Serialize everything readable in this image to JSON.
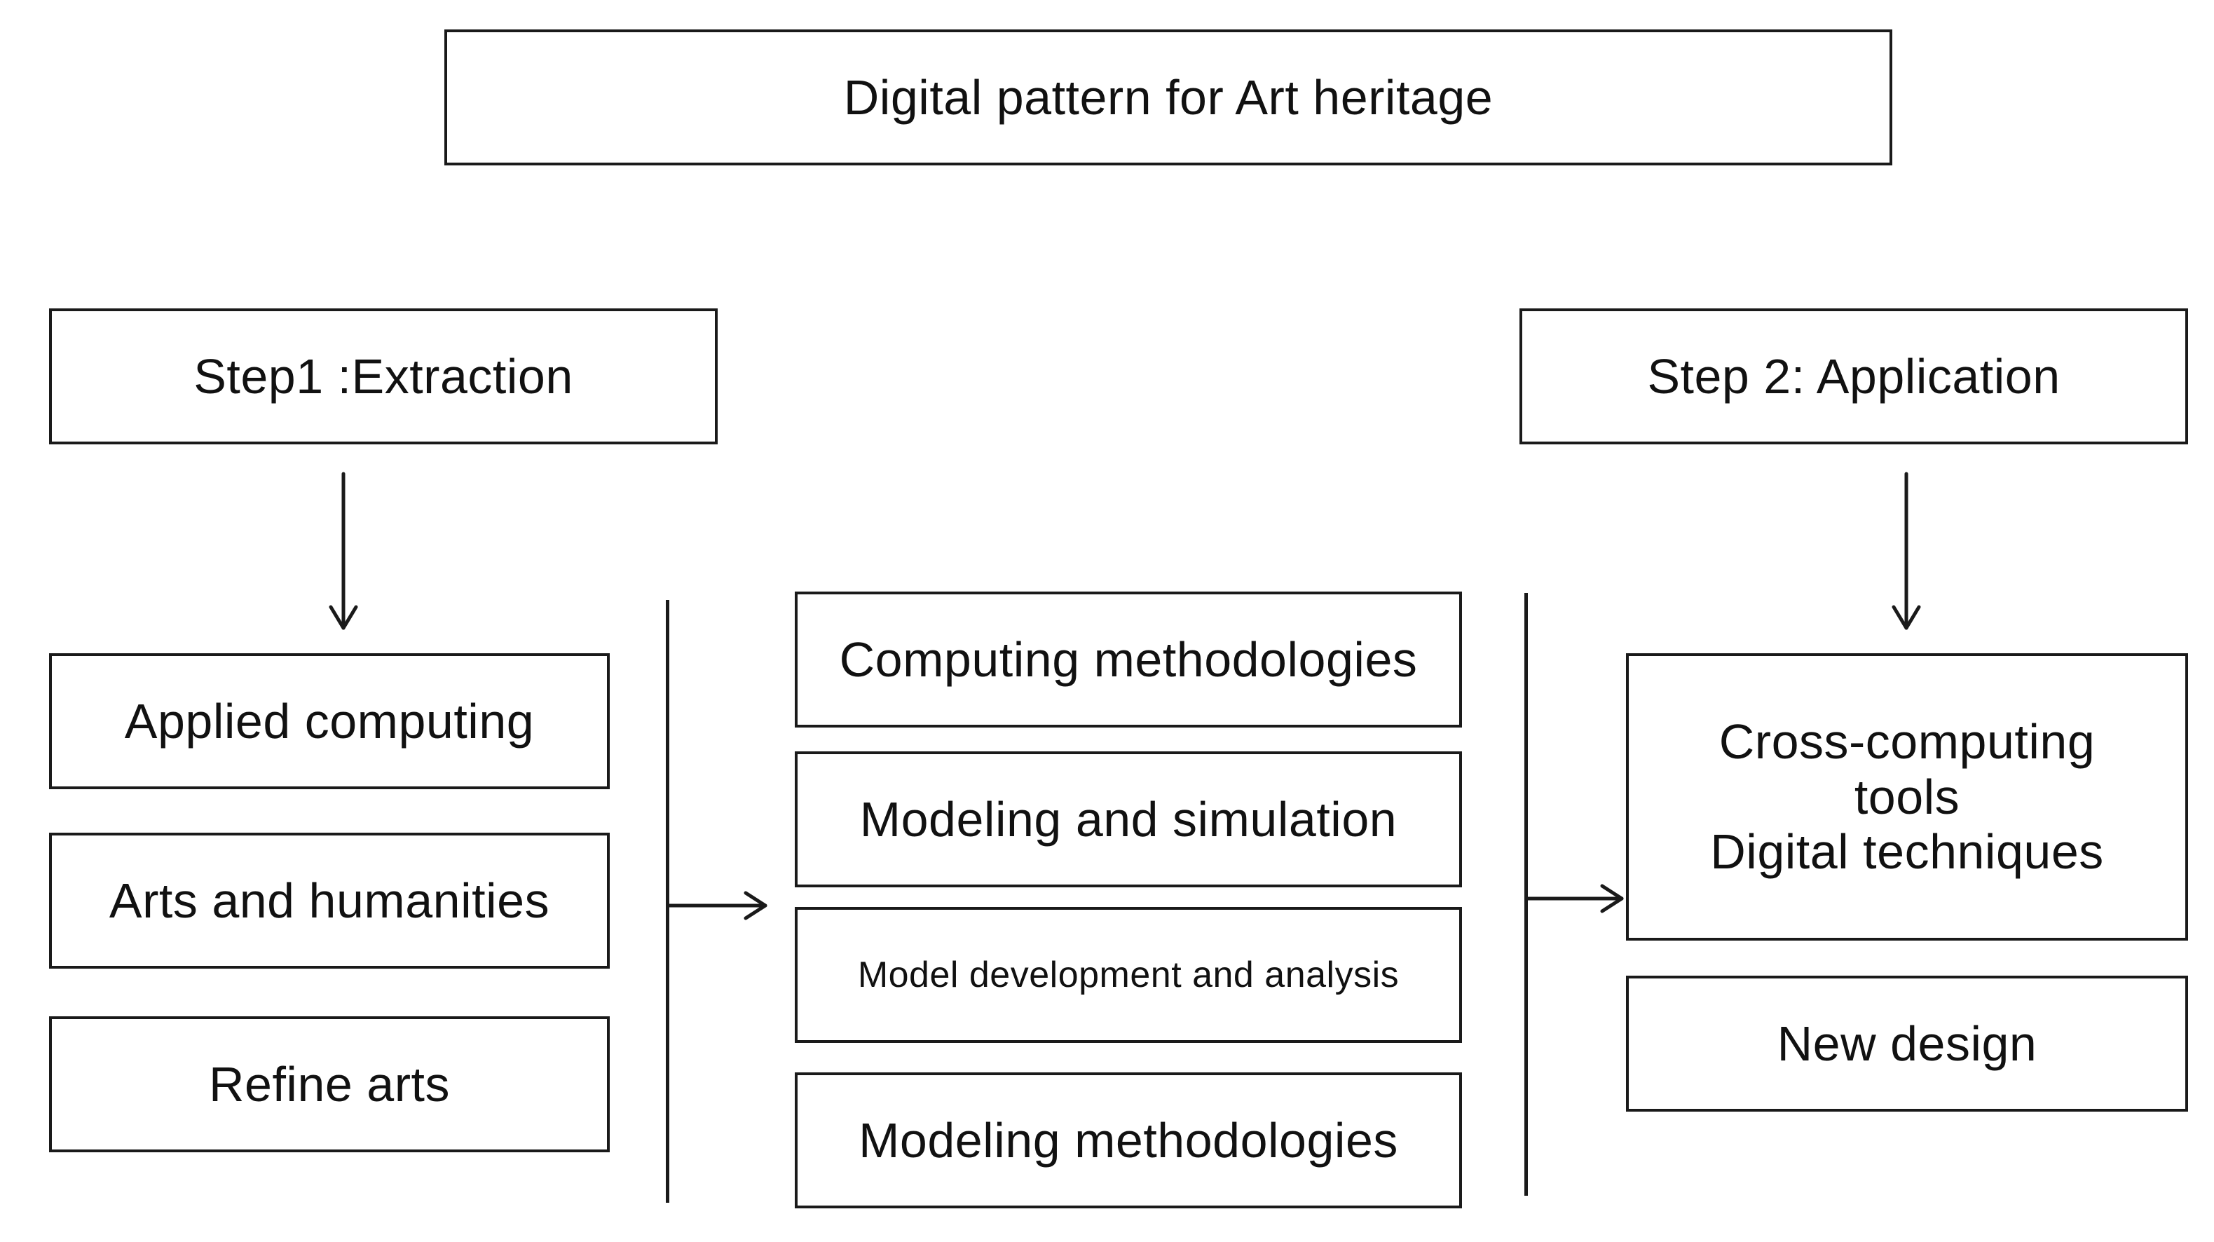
{
  "title": "Digital pattern for Art heritage",
  "steps": {
    "step1": "Step1 :Extraction",
    "step2": "Step 2: Application"
  },
  "left_column": [
    "Applied computing",
    "Arts and humanities",
    "Refine arts"
  ],
  "middle_column": [
    "Computing methodologies",
    "Modeling and simulation",
    "Model development and analysis",
    "Modeling methodologies"
  ],
  "right_column": {
    "tools_lines": [
      "Cross-computing",
      "tools",
      "Digital techniques"
    ],
    "new_design": "New design"
  }
}
